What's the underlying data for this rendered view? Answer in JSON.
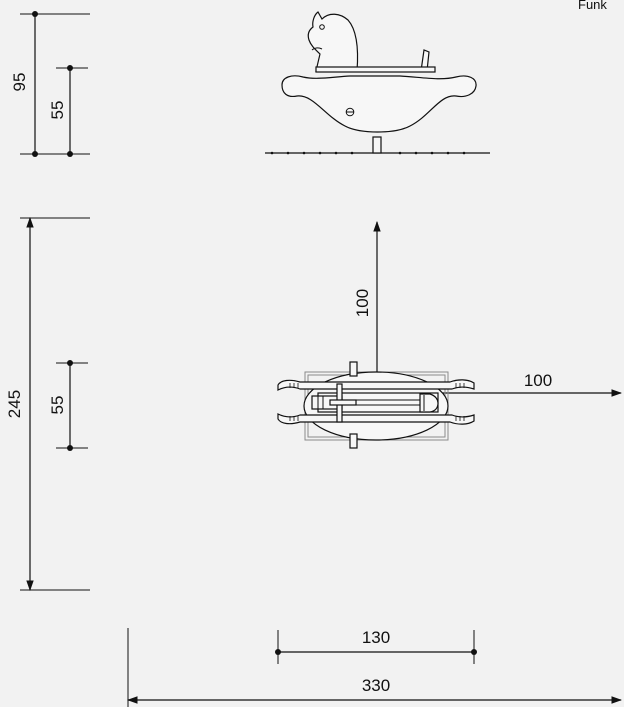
{
  "corner_label": "Funk",
  "dimensions": {
    "side_total_height": "95",
    "side_seat_height": "55",
    "plan_total_length": "245",
    "plan_seat_width": "55",
    "plan_safety_zone_top": "100",
    "plan_safety_zone_right": "100",
    "bottom_item_length": "130",
    "bottom_total_length": "330"
  },
  "colors": {
    "background": "#f2f2f2",
    "line": "#111111",
    "frame_gray": "#8a8a8a"
  },
  "icons": {
    "side_view": "rocking-horse-side-view",
    "top_view": "rocking-horse-top-view"
  }
}
